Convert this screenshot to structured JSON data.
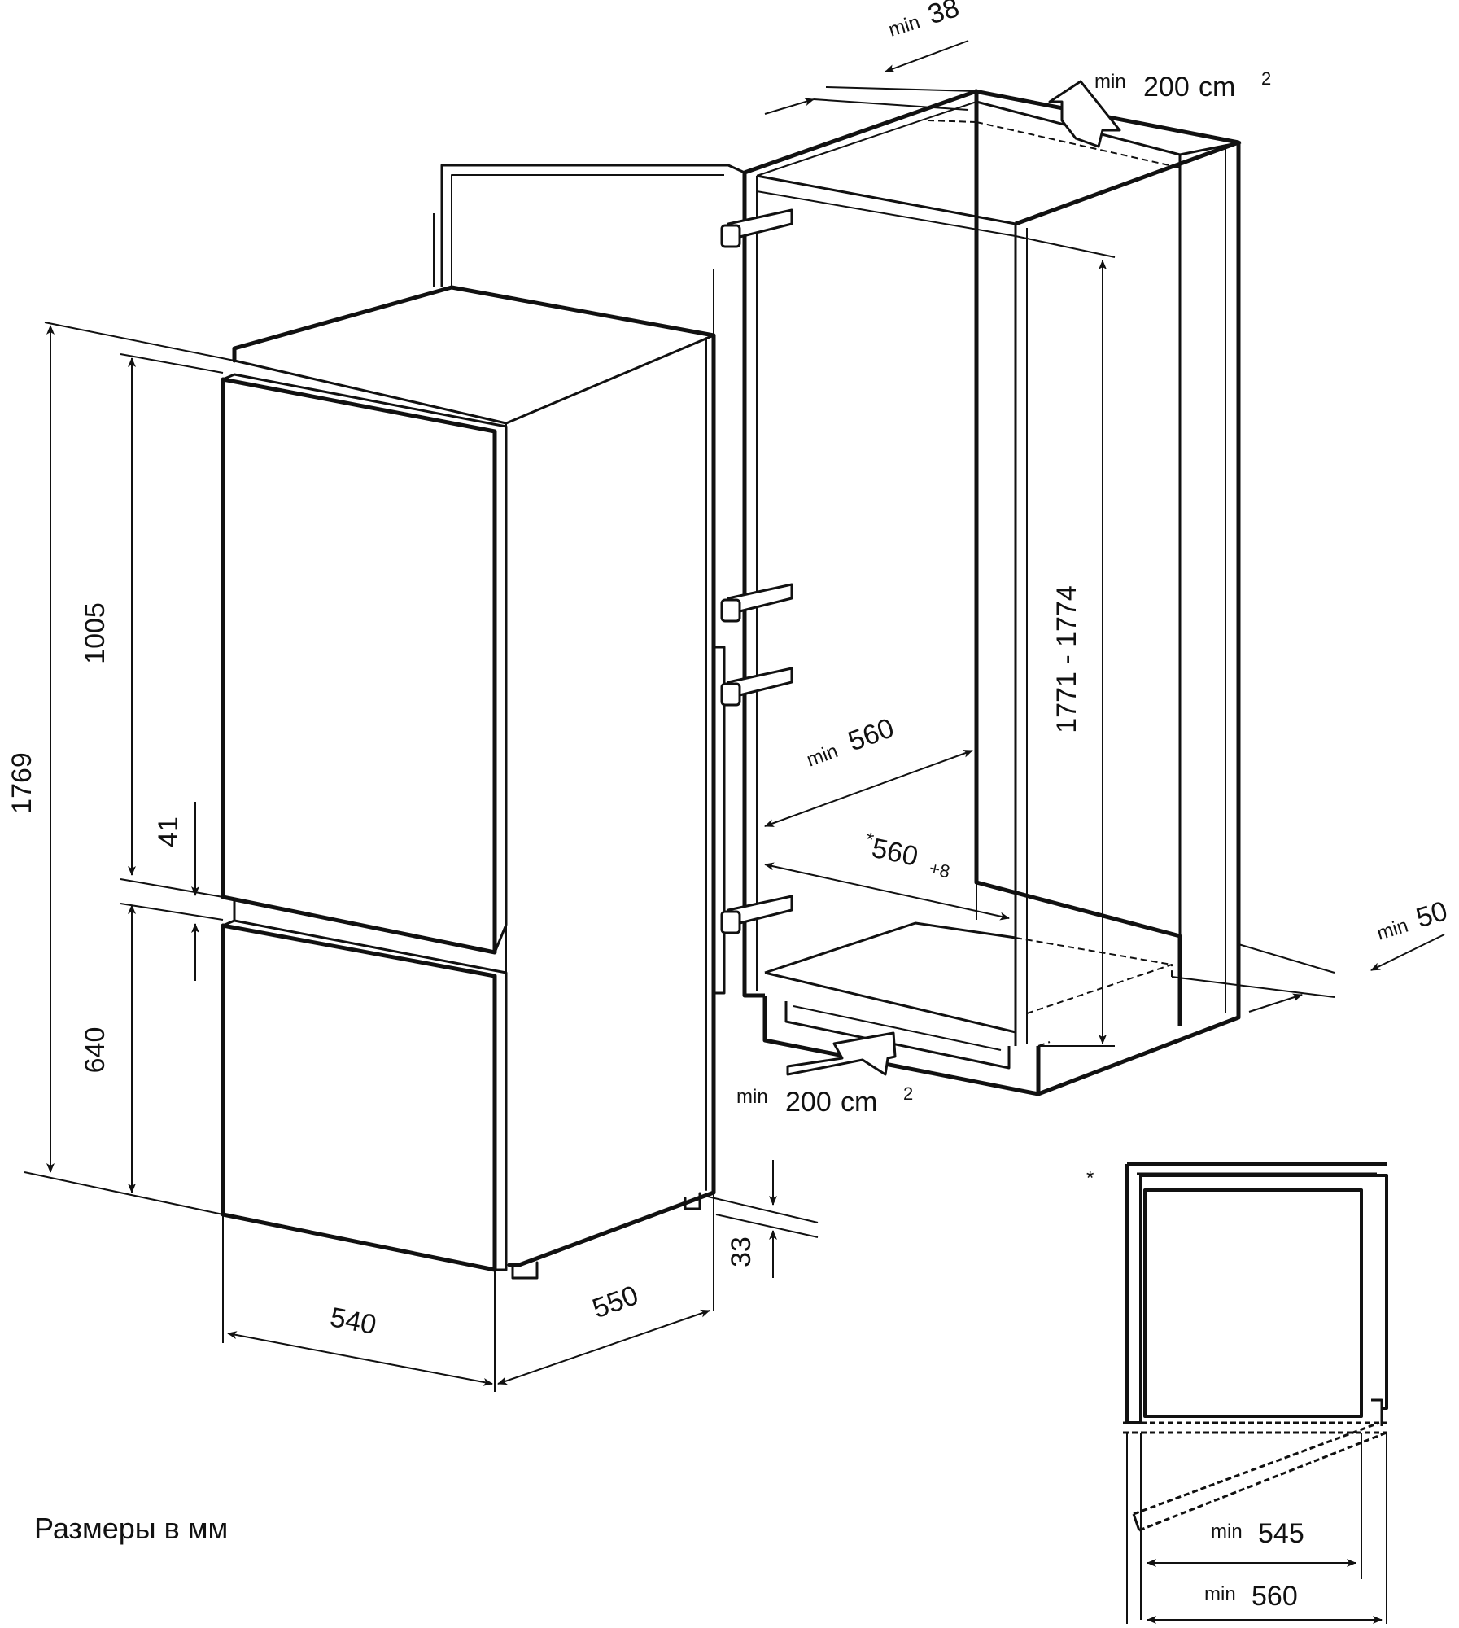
{
  "labels": {
    "caption": "Размеры в мм",
    "min": "min",
    "asterisk": "*",
    "plus8": "+8",
    "cm": "cm",
    "sup2": "2"
  },
  "dims": {
    "total_height": "1769",
    "upper_door": "1005",
    "gap": "41",
    "lower_door": "640",
    "feet": "33",
    "width": "540",
    "depth": "550",
    "niche_height": "1771 - 1774",
    "niche_depth_min": "560",
    "niche_width": "560",
    "top_gap": "38",
    "back_gap": "50",
    "vent_top": "200",
    "vent_bottom": "200",
    "plan_inner": "545",
    "plan_outer": "560"
  }
}
